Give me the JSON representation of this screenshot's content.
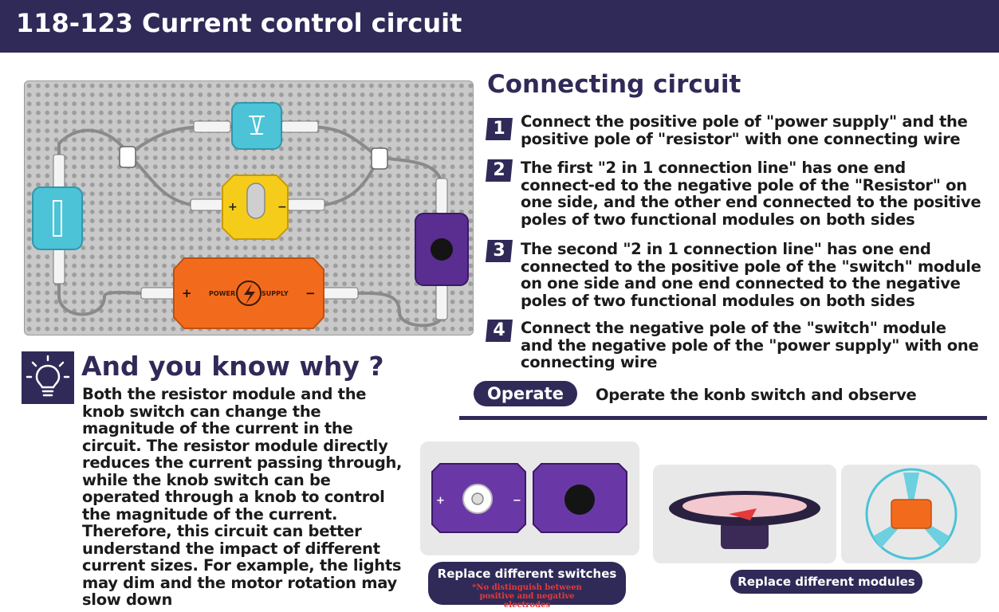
{
  "header": {
    "title": "118-123 Current control circuit"
  },
  "board": {
    "power_label_left": "POWER",
    "power_label_right": "SUPPLY",
    "plus": "+",
    "minus": "−"
  },
  "connecting": {
    "title": "Connecting circuit",
    "steps": [
      {
        "num": "1",
        "text": "Connect the positive pole of \"power supply\" and the positive pole of \"resistor\" with one connecting wire"
      },
      {
        "num": "2",
        "text": "The first \"2 in 1 connection line\" has one end connect-ed to the negative pole of the \"Resistor\" on one side, and the other end connected to the positive poles of two functional modules on both sides"
      },
      {
        "num": "3",
        "text": "The second \"2 in 1 connection line\" has one end connected to the positive pole of the \"switch\" module on one side and one end connected to the negative poles of two functional modules on both sides"
      },
      {
        "num": "4",
        "text": "Connect the negative pole of the \"switch\" module and the negative pole of the \"power supply\" with one connecting wire"
      }
    ]
  },
  "operate": {
    "label": "Operate",
    "text": "Operate the konb switch and observe"
  },
  "why": {
    "title": "And you know why ?",
    "text": "Both the resistor module and the knob switch can change the magnitude of the current in the circuit. The resistor module directly reduces the current passing through, while the knob switch can be operated through a knob to control the magnitude of the current. Therefore, this circuit can better understand the impact of different current sizes. For example, the lights may dim and the motor rotation may slow down"
  },
  "switches": {
    "caption": "Replace different switches",
    "note": "*No distinguish between positive and negative electrodes"
  },
  "modules": {
    "caption": "Replace different modules"
  },
  "colors": {
    "navy": "#302a58",
    "orange": "#f26b1d",
    "yellow": "#f6cc1b",
    "cyan": "#4cc3d6",
    "purple": "#5a2d91"
  }
}
